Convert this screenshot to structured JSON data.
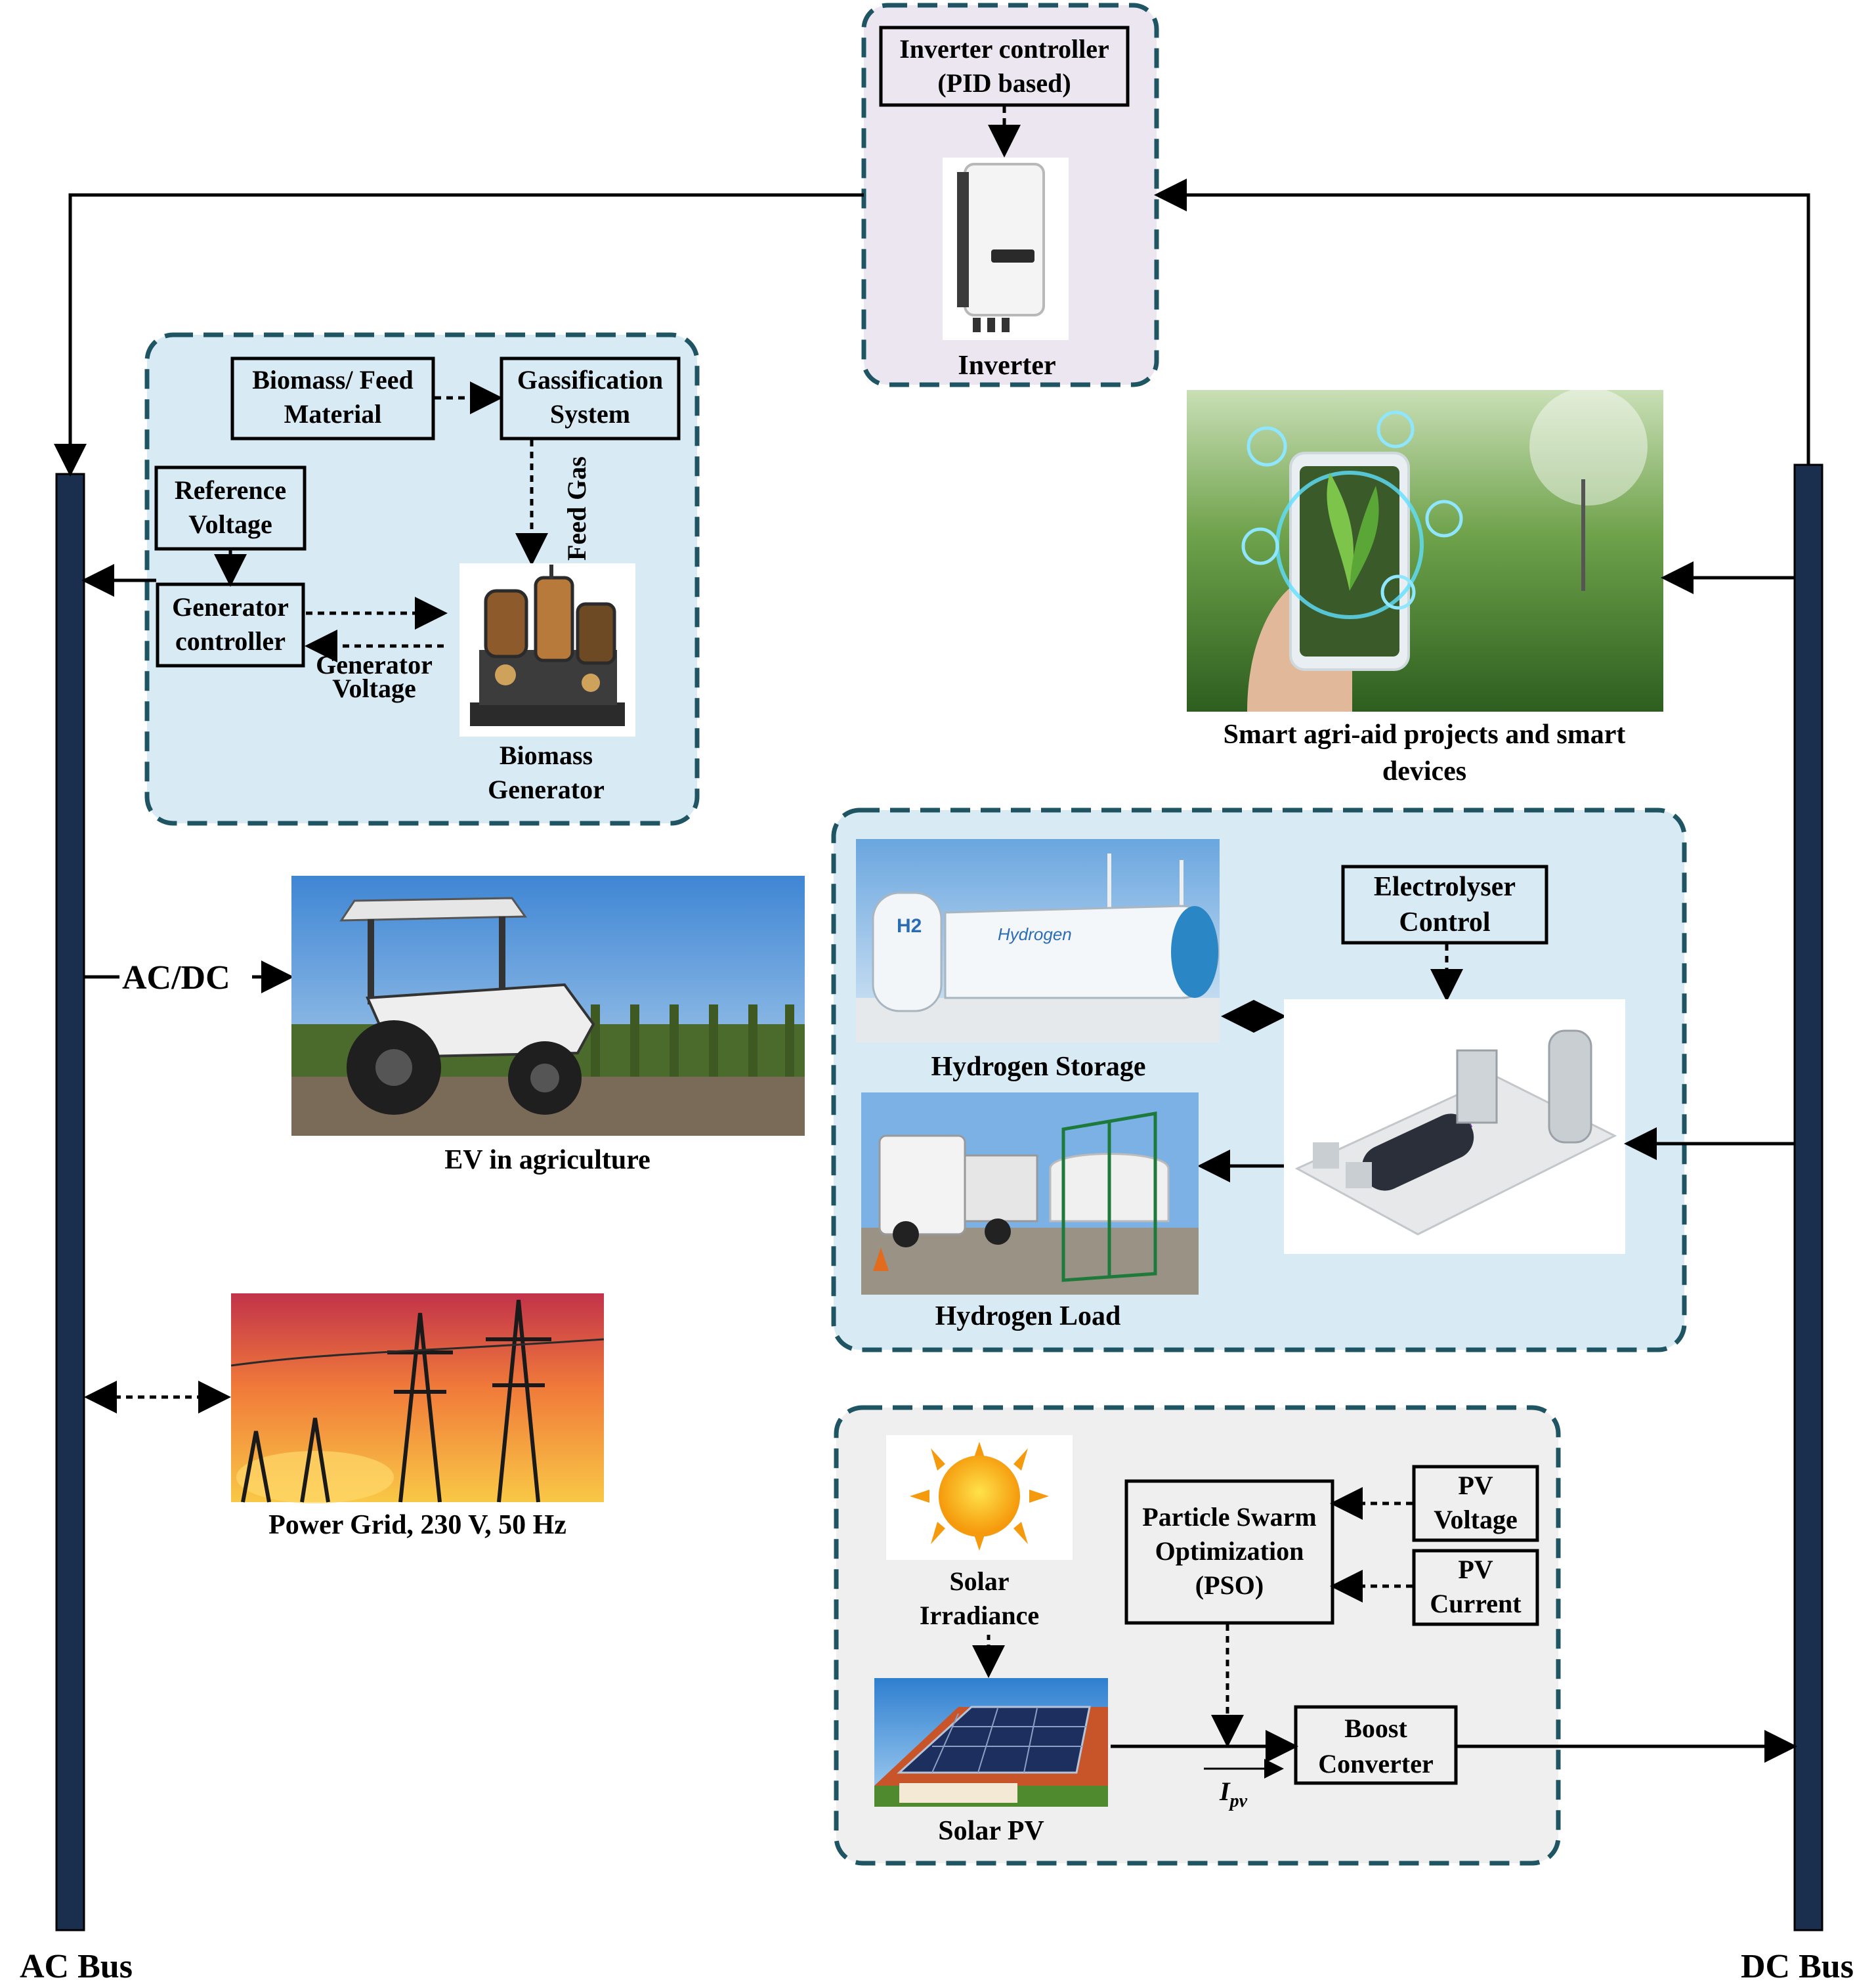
{
  "buses": {
    "ac": "AC Bus",
    "dc": "DC Bus"
  },
  "inverter": {
    "controller": [
      "Inverter controller",
      "(PID based)"
    ],
    "label": "Inverter"
  },
  "biomass": {
    "feed": [
      "Biomass/ Feed",
      "Material"
    ],
    "gasification": [
      "Gassification",
      "System"
    ],
    "feed_gas": "Feed Gas",
    "reference": [
      "Reference",
      "Voltage"
    ],
    "controller": [
      "Generator",
      "controller"
    ],
    "gen_voltage": [
      "Generator",
      "Voltage"
    ],
    "generator": [
      "Biomass",
      "Generator"
    ]
  },
  "smart": {
    "label": [
      "Smart agri-aid projects and smart",
      "devices"
    ]
  },
  "ev": {
    "converter": "AC/DC",
    "label": "EV in agriculture"
  },
  "hydrogen": {
    "control": [
      "Electrolyser",
      "Control"
    ],
    "storage": "Hydrogen Storage",
    "load": "Hydrogen Load",
    "tank_text": "Hydrogen",
    "h2": "H2"
  },
  "grid": {
    "label": "Power Grid, 230 V, 50 Hz"
  },
  "solar": {
    "irradiance": [
      "Solar",
      "Irradiance"
    ],
    "pso": [
      "Particle Swarm",
      "Optimization",
      "(PSO)"
    ],
    "pv_voltage": [
      "PV",
      "Voltage"
    ],
    "pv_current": [
      "PV",
      "Current"
    ],
    "boost": [
      "Boost",
      "Converter"
    ],
    "pv_label": "Solar PV",
    "current_main": "I",
    "current_sub": "pv"
  },
  "colors": {
    "bus": "#1a2f4e",
    "dash_border": "#1f5563",
    "biomass_fill": "#d8ebf4",
    "inverter_fill": "#ebe6f0",
    "hydrogen_fill": "#d8ebf4",
    "solar_fill": "#efefef"
  }
}
